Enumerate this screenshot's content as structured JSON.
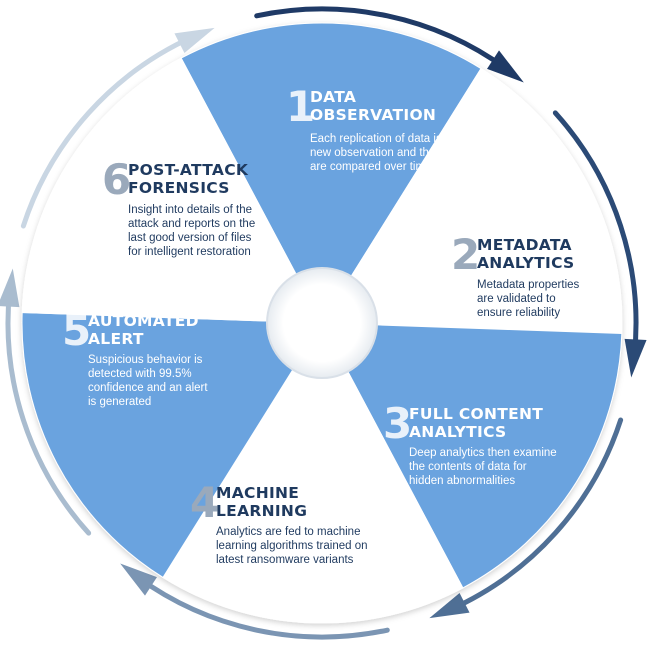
{
  "colors": {
    "segment_blue": "#6aa3df",
    "segment_white": "#ffffff",
    "arrow_light": "#c9d6e3",
    "arrow_dark": "#1f3a66",
    "title_dark": "#1f3a5f",
    "number_gray": "#9aa9bb"
  },
  "steps": [
    {
      "number": "1",
      "title": "DATA\nOBSERVATION",
      "description": "Each replication of data is a\nnew observation and they\nare compared over time"
    },
    {
      "number": "2",
      "title": "METADATA\nANALYTICS",
      "description": "Metadata properties\nare validated to\nensure reliability"
    },
    {
      "number": "3",
      "title": "FULL CONTENT\nANALYTICS",
      "description": "Deep analytics then examine\nthe contents of data for\nhidden abnormalities"
    },
    {
      "number": "4",
      "title": "MACHINE\nLEARNING",
      "description": "Analytics are fed to machine\nlearning algorithms trained on\nlatest ransomware variants"
    },
    {
      "number": "5",
      "title": "AUTOMATED\nALERT",
      "description": "Suspicious behavior is\ndetected with 99.5%\nconfidence and an alert\nis generated"
    },
    {
      "number": "6",
      "title": "POST-ATTACK\nFORENSICS",
      "description": "Insight into details of the\nattack and reports on the\nlast good version of files\nfor intelligent restoration"
    }
  ]
}
